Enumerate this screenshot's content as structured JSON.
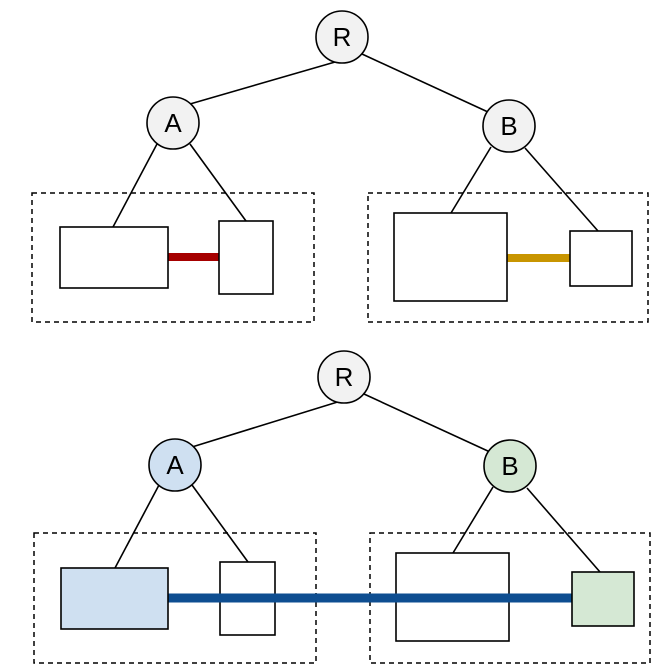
{
  "colors": {
    "node_default": "#f2f2f2",
    "node_a_highlight": "#cfe0f1",
    "node_b_highlight": "#d5e8d4",
    "connector_red": "#a60000",
    "connector_gold": "#c89500",
    "connector_blue": "#0e4e91",
    "box_blue": "#cfe0f1",
    "box_green": "#d5e8d4"
  },
  "top_tree": {
    "root_label": "R",
    "left_label": "A",
    "right_label": "B"
  },
  "bottom_tree": {
    "root_label": "R",
    "left_label": "A",
    "right_label": "B"
  }
}
